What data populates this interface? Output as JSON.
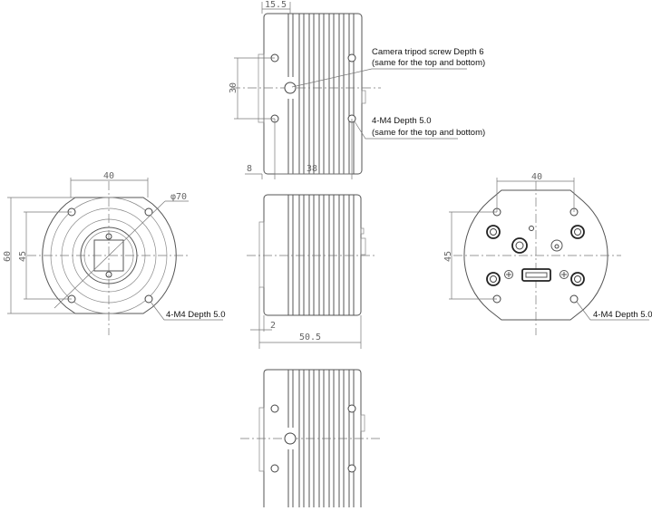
{
  "top_view": {
    "dim_15_5": "15.5",
    "dim_30": "30",
    "dim_8": "8",
    "dim_38": "38",
    "note_tripod": "Camera tripod screw Depth 6",
    "note_tripod_sub": "(same for the top and bottom)",
    "note_m4": "4-M4 Depth 5.0",
    "note_m4_sub": "(same for the top and bottom)"
  },
  "front_view": {
    "dim_40": "40",
    "dim_60": "60",
    "dim_45": "45",
    "dim_phi70": "φ70",
    "note_m4": "4-M4 Depth 5.0"
  },
  "side_view": {
    "dim_2": "2",
    "dim_50_5": "50.5"
  },
  "back_view": {
    "dim_40": "40",
    "dim_45": "45",
    "note_m4": "4-M4 Depth 5.0"
  }
}
